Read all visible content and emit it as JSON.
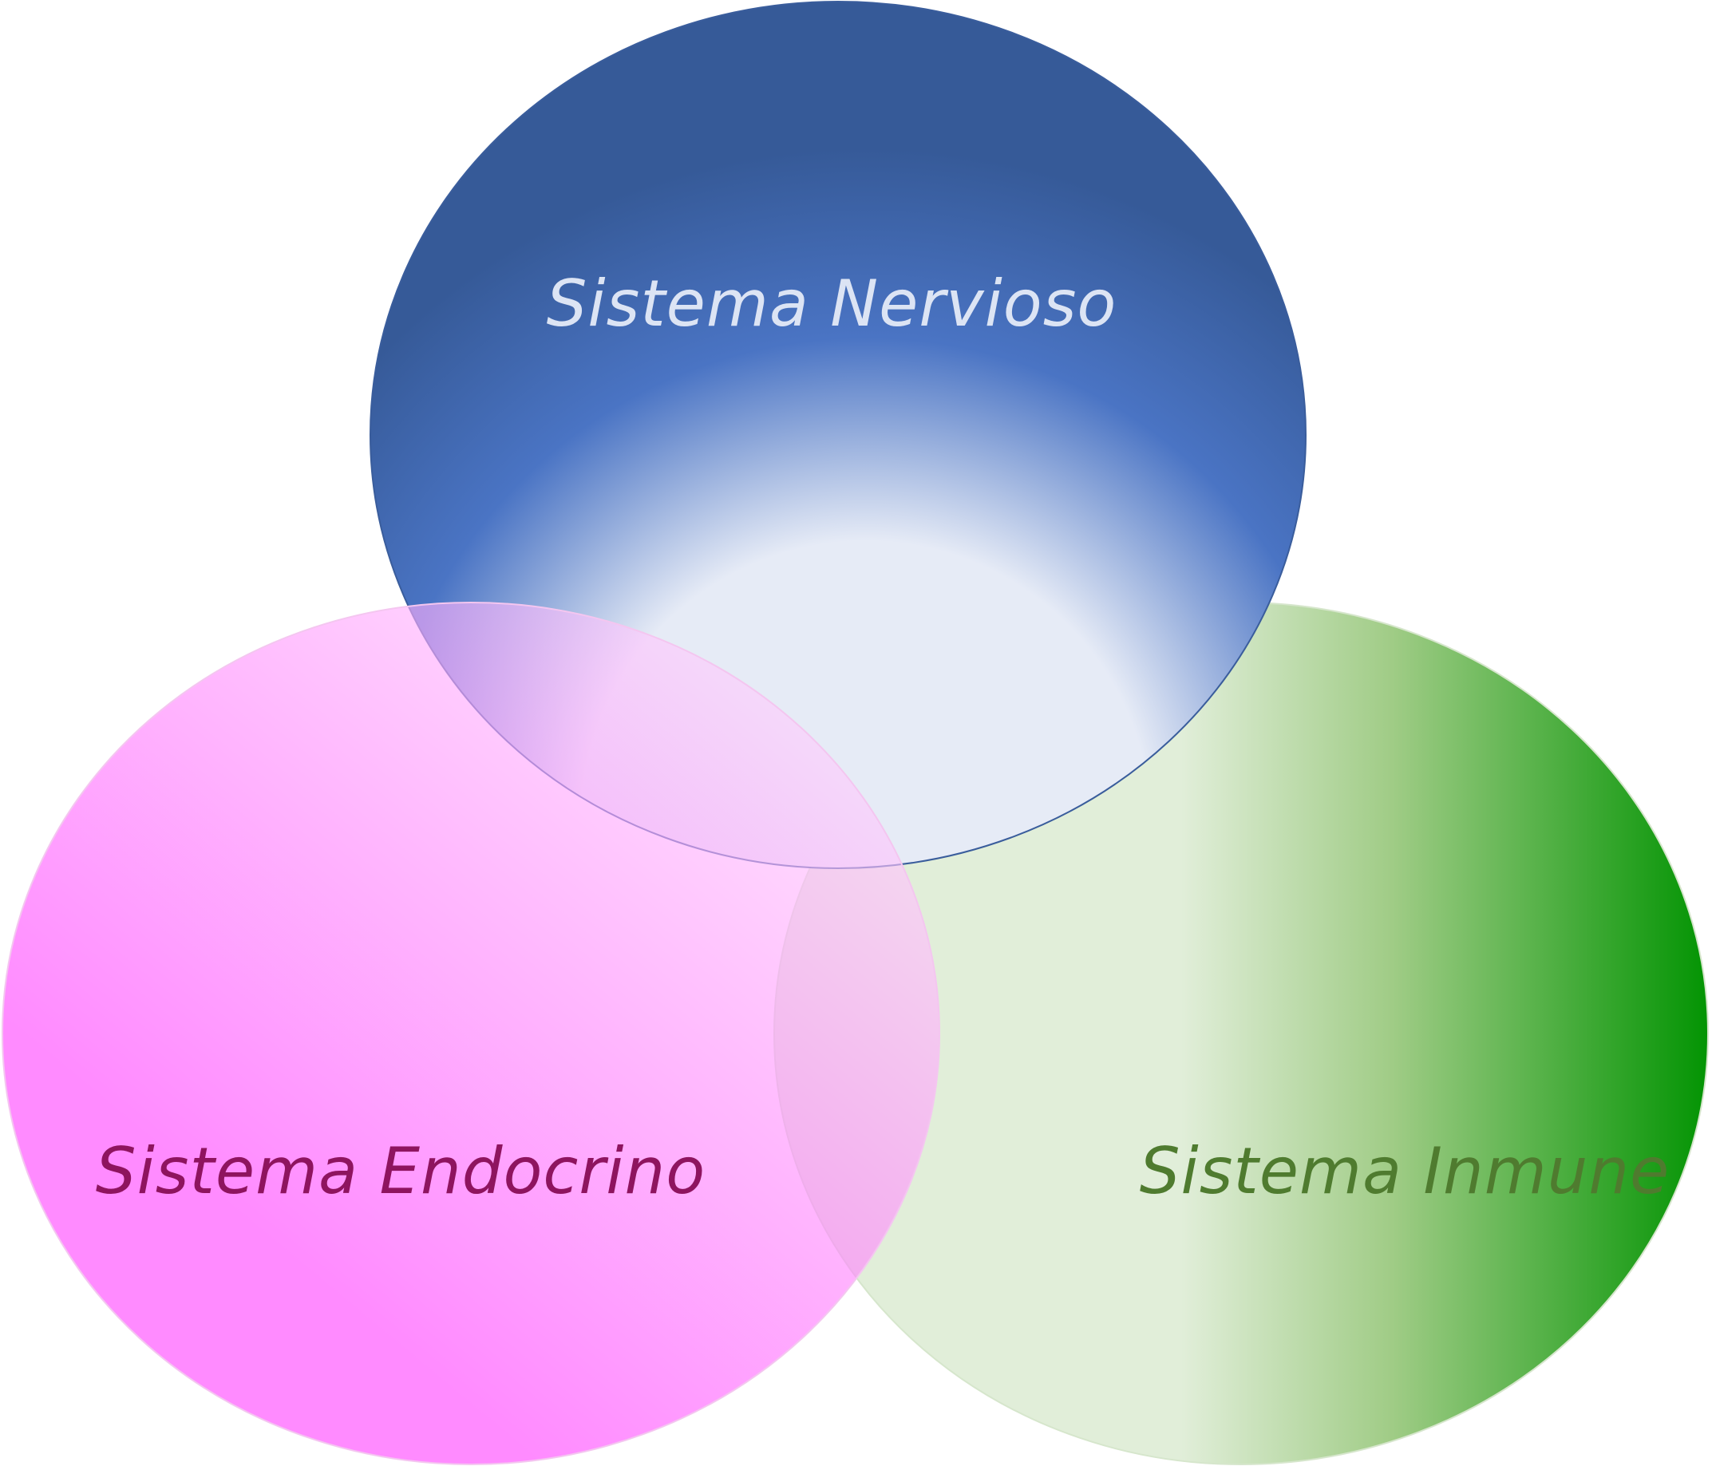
{
  "diagram": {
    "type": "venn",
    "sets": [
      {
        "id": "nervioso",
        "label": "Sistema Nervioso",
        "label_color": "#dce4f4",
        "fill_colors": [
          "#e6ebf6",
          "#4a74c4",
          "#365a98"
        ]
      },
      {
        "id": "endocrino",
        "label": "Sistema Endocrino",
        "label_color": "#8e145f",
        "fill_colors": [
          "#ffd8fd",
          "#ff44ff"
        ]
      },
      {
        "id": "inmune",
        "label": "Sistema Inmune",
        "label_color": "#4f7b2f",
        "fill_colors": [
          "#e1eed9",
          "#a0cc86",
          "#039403"
        ]
      }
    ]
  }
}
